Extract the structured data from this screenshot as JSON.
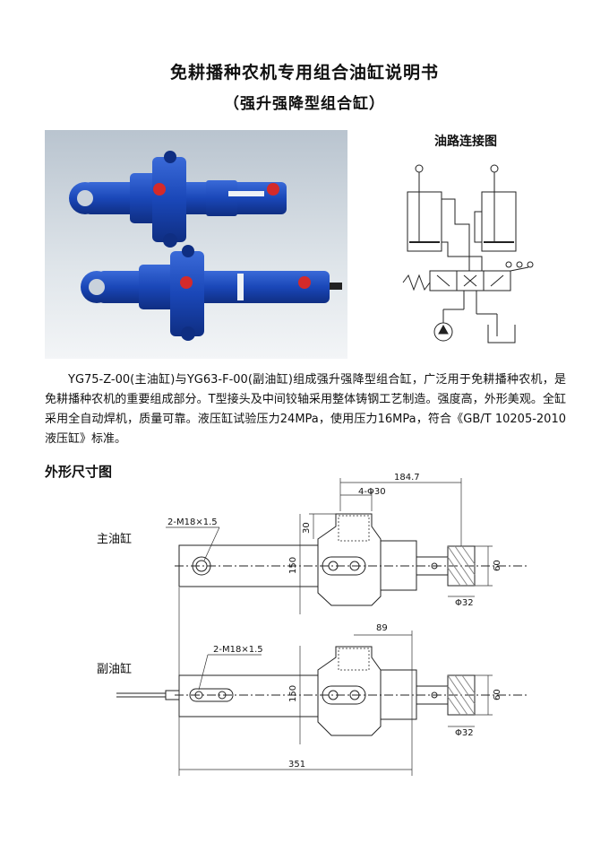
{
  "document": {
    "title": "免耕播种农机专用组合油缸说明书",
    "subtitle": "（强升强降型组合缸）",
    "circuit_title": "油路连接图",
    "description": "YG75-Z-00(主油缸)与YG63-F-00(副油缸)组成强升强降型组合缸，广泛用于免耕播种农机，是免耕播种农机的重要组成部分。T型接头及中间铰轴采用整体铸钢工艺制造。强度高，外形美观。全缸采用全自动焊机，质量可靠。液压缸试验压力24MPa，使用压力16MPa，符合《GB/T 10205-2010液压缸》标准。",
    "dimension_title": "外形尺寸图"
  },
  "drawing": {
    "main_label": "主油缸",
    "aux_label": "副油缸",
    "dim_total": "184.7",
    "dim_holes": "4-Φ30",
    "dim_thread_main": "2-M18×1.5",
    "dim_thread_aux": "2-M18×1.5",
    "dim_30": "30",
    "dim_150_main": "150",
    "dim_150_aux": "150",
    "dim_60_main": "60",
    "dim_60_aux": "60",
    "dim_phi32_main": "Φ32",
    "dim_phi32_aux": "Φ32",
    "dim_89": "89",
    "dim_351": "351"
  },
  "colors": {
    "cylinder_blue": "#1a47b8",
    "port_red": "#d42a2a",
    "photo_bg": "#d6dde4"
  }
}
